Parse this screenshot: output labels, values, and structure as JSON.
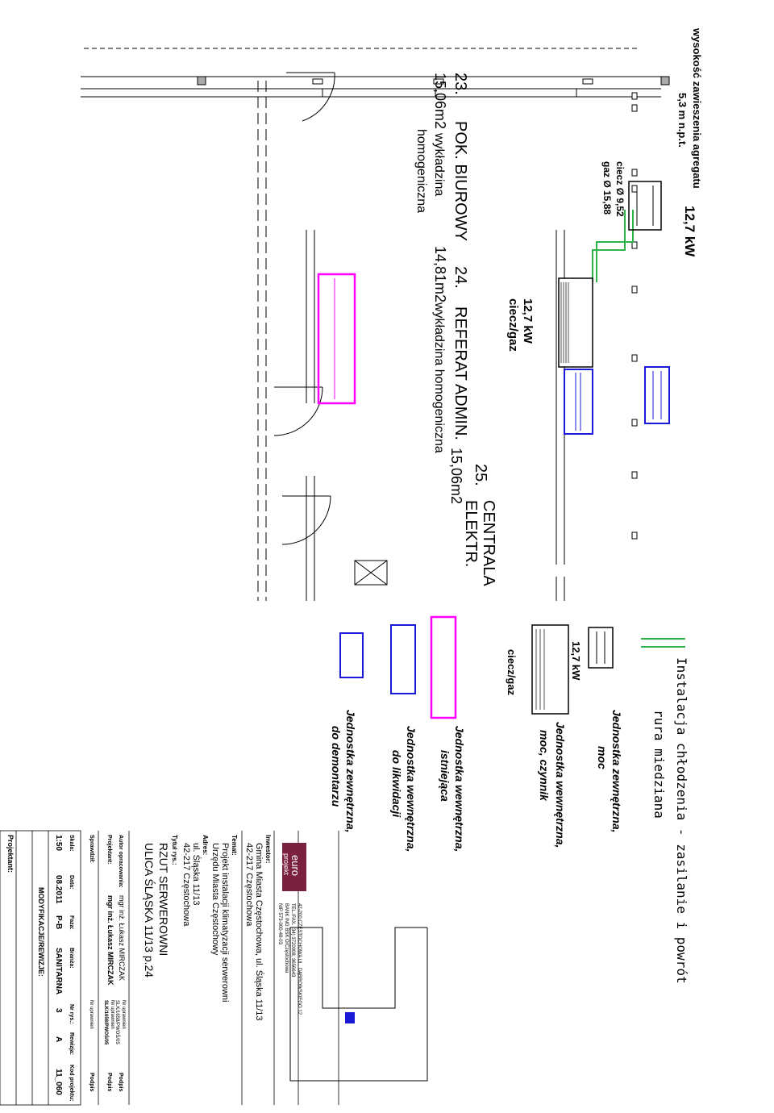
{
  "legend": {
    "line_title": "Instalacja chłodzenia - zasilanie i powrót",
    "line_subtitle": "rura miedziana",
    "outdoor_unit": [
      "Jednostka zewnętrzna,",
      "moc"
    ],
    "indoor_unit_power_label": "12,7 kW",
    "indoor_unit_medium_label": "ciecz/gaz",
    "indoor_unit": [
      "Jednostka wewnętrzna,",
      "moc, czynnik"
    ],
    "existing_indoor": [
      "Jednostka wewnętrzna,",
      "istniejąca"
    ],
    "indoor_to_remove": [
      "Jednostka wewnętrzna,",
      "do likwidacji"
    ],
    "outdoor_to_remove": [
      "Jednostka zewnętrzna,",
      "do demontarzu"
    ]
  },
  "plan": {
    "height_note": [
      "wysokość zawieszenia agregatu",
      "5,3 m n.p.t."
    ],
    "outdoor_power": "12,7 kW",
    "pipe_liquid": "ciecz Ø 9,52",
    "pipe_gas": "gaz Ø 15,88",
    "indoor_power": "12,7 kW",
    "indoor_medium": "ciecz/gaz",
    "rooms": [
      {
        "no": "23.",
        "name": "POK. BIUROWY",
        "area": "15,06m2",
        "floor": "wykładzina",
        "floor2": "homogeniczna"
      },
      {
        "no": "24.",
        "name": "REFERAT ADMIN.",
        "area": "14,81m2",
        "floor": "wykładzina homogeniczna"
      },
      {
        "no": "25.",
        "name": "CENTRALA",
        "name2": "ELEKTR.",
        "area": "15,06m2"
      }
    ]
  },
  "title_block": {
    "designer_label": "Projektant:",
    "logo_top": "euro",
    "logo_bottom": "projekt",
    "company_lines": [
      "42-200 CZĘSTOCHOWA UL. DĄBROWSKIEGO 12",
      "TEL./FAX. (34) 3720008, 3656643",
      "BANK ING BSK O/Częstochowa",
      "NIP 573-000-48-03"
    ],
    "investor_label": "Inwestor:",
    "investor": [
      "Gmina Miasta Częstochowa, ul. Śląska 11/13",
      "42-217 Częstochowa"
    ],
    "subject_label": "Temat:",
    "subject": [
      "Projekt instalacji klimatyzacji serwerowni",
      "Urzędu Miasta Częstochowy"
    ],
    "address_label": "Adres:",
    "address": [
      "ul. Śląska 11/13",
      "42-217 Częstochowa"
    ],
    "drawing_title_label": "Tytuł rys.:",
    "drawing_title": [
      "RZUT SERWEROWNI",
      "ULICA ŚLĄSKA 11/13 p.24"
    ],
    "people": [
      {
        "role": "Autor opracowania:",
        "name": "mgr inż. Łukasz MIRCZAK",
        "permit_label": "Nr uprawnień",
        "permit": "SLK/1658/PWOŚ/05",
        "sign": "Podpis"
      },
      {
        "role": "Projektant:",
        "name": "mgr inż. Łukasz MIRCZAK",
        "permit_label": "Nr uprawnień",
        "permit": "SLK/1658/PWOŚ/05",
        "sign": "Podpis"
      },
      {
        "role": "Sprawdził:",
        "name": "",
        "permit_label": "Nr uprawnień",
        "permit": "",
        "sign": "Podpis"
      }
    ],
    "table_headers": [
      "Skala:",
      "Data:",
      "Faza:",
      "Branża:",
      "Nr rys.:",
      "Rewizja:",
      "Kod projektu:"
    ],
    "table_values": [
      "1:50",
      "08.2011",
      "P-B",
      "SANITARNA",
      "3",
      "A",
      "11_060"
    ],
    "revisions_label": "MODYFIKACJE/REWIZJE:"
  },
  "colors": {
    "green": "#2db34a",
    "blue": "#1a1ad6",
    "magenta": "#ff00ff",
    "dark": "#222222",
    "logo_bg": "#7a2140"
  }
}
